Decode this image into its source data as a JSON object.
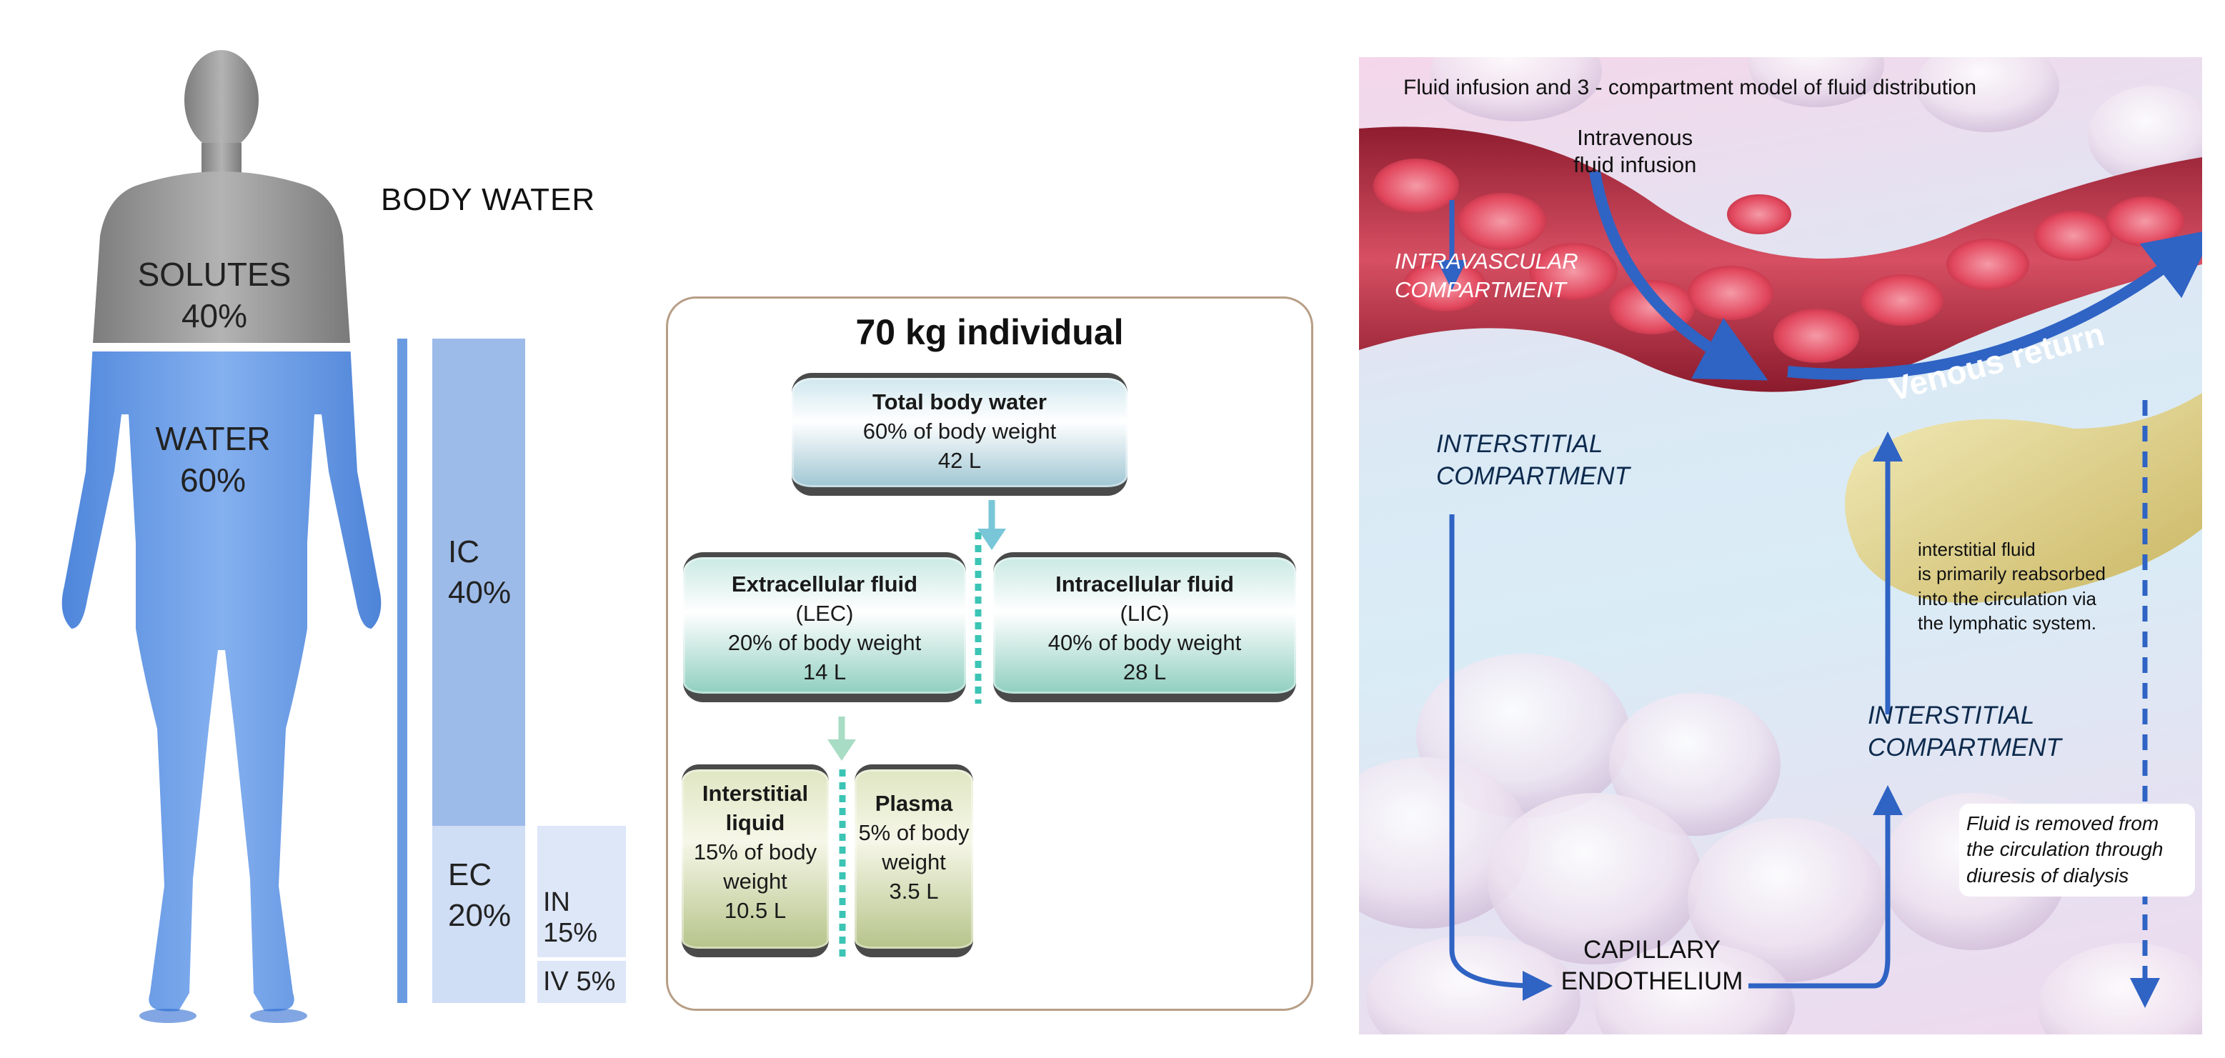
{
  "figure": {
    "solutes_label": "SOLUTES",
    "solutes_pct": "40%",
    "water_label": "WATER",
    "water_pct": "60%"
  },
  "body_water": {
    "title": "BODY WATER",
    "ic_label": "IC",
    "ic_pct": "40%",
    "ec_label": "EC",
    "ec_pct": "20%",
    "in_label": "IN 15%",
    "iv_label": "IV 5%"
  },
  "individual": {
    "title": "70 kg individual",
    "total": {
      "name": "Total body water",
      "line1": "60% of body weight",
      "line2": "42 L"
    },
    "extracellular": {
      "name": "Extracellular fluid",
      "abbr": "(LEC)",
      "line1": "20% of body weight",
      "line2": "14 L"
    },
    "intracellular": {
      "name": "Intracellular fluid",
      "abbr": "(LIC)",
      "line1": "40% of body weight",
      "line2": "28 L"
    },
    "interstitial": {
      "name_1": "Interstitial",
      "name_2": "liquid",
      "line1": "15% of body",
      "line2": "weight",
      "line3": "10.5 L"
    },
    "plasma": {
      "name": "Plasma",
      "line1": "5% of body",
      "line2": "weight",
      "line3": "3.5 L"
    }
  },
  "model": {
    "title": "Fluid infusion and 3 - compartment model of fluid distribution",
    "iv_infusion_1": "Intravenous",
    "iv_infusion_2": "fluid infusion",
    "intravascular_1": "INTRAVASCULAR",
    "intravascular_2": "COMPARTMENT",
    "interstitial_left_1": "INTERSTITIAL",
    "interstitial_left_2": "COMPARTMENT",
    "venous_return": "Venous return",
    "lymph_1": "interstitial fluid",
    "lymph_2": "is primarily reabsorbed",
    "lymph_3": "into the circulation via",
    "lymph_4": "the lymphatic system.",
    "interstitial_right_1": "INTERSTITIAL",
    "interstitial_right_2": "COMPARTMENT",
    "removed_1": "Fluid is removed from",
    "removed_2": "the circulation through",
    "removed_3": "diuresis of dialysis",
    "capillary_1": "CAPILLARY",
    "capillary_2": "ENDOTHELIUM"
  },
  "colors": {
    "water_blue": "#6d9fe6",
    "arrow_blue": "#2f63c4",
    "vessel_red": "#c8344a",
    "teal_dotted": "#3cc4b4"
  }
}
